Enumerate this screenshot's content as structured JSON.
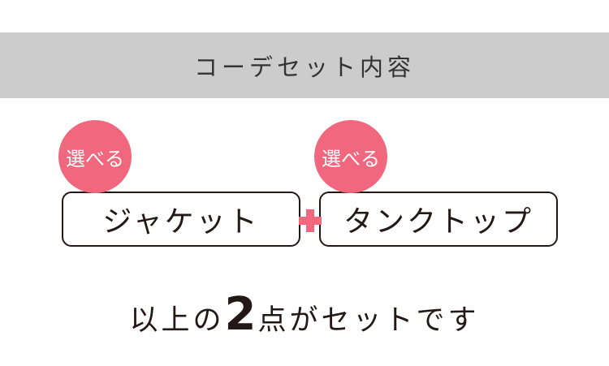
{
  "header": {
    "title": "コーデセット内容"
  },
  "items": [
    {
      "badge": "選べる",
      "label": "ジャケット"
    },
    {
      "badge": "選べる",
      "label": "タンクトップ"
    }
  ],
  "footer": {
    "prefix": "以上の",
    "count": "2",
    "suffix": "点がセットです"
  },
  "colors": {
    "accent": "#f0677e",
    "header_bg": "#cccccc"
  }
}
